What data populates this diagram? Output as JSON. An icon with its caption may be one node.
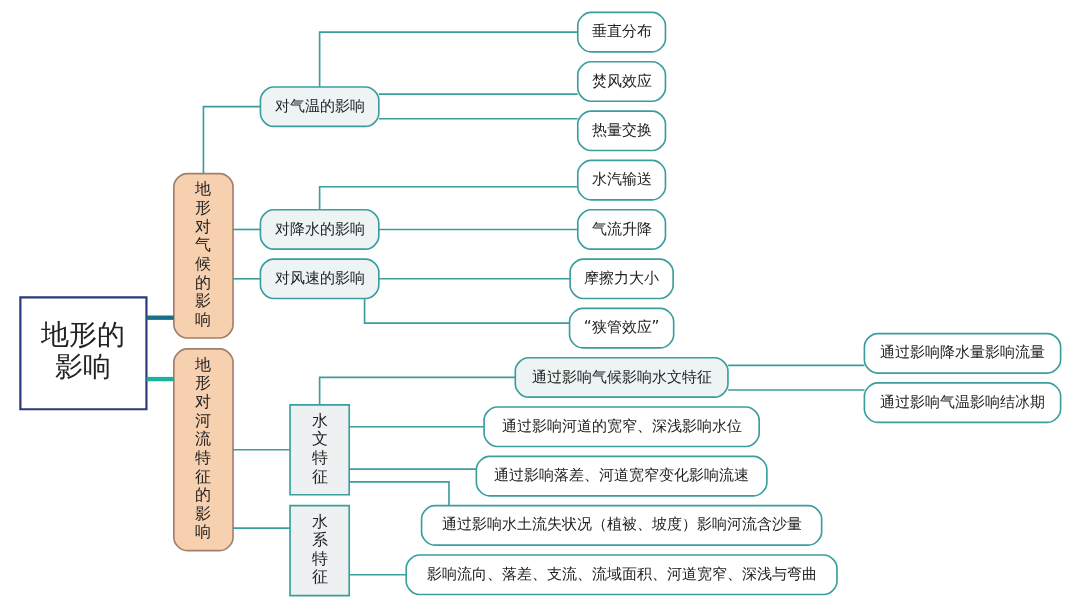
{
  "diagram": {
    "nodes": [
      {
        "text": [
          "地形的影响"
        ]
      },
      {
        "text": [
          "地形对气候的影响"
        ]
      },
      {
        "text": [
          "对气温的影响"
        ]
      },
      {
        "text": [
          "垂直分布"
        ]
      },
      {
        "text": [
          "焚风效应"
        ]
      },
      {
        "text": [
          "热量交换"
        ]
      },
      {
        "text": [
          "对降水的影响"
        ]
      },
      {
        "text": [
          "水汽输送"
        ]
      },
      {
        "text": [
          "气流升降"
        ]
      },
      {
        "text": [
          "对风速的影响"
        ]
      },
      {
        "text": [
          "摩擦力大小"
        ]
      },
      {
        "text": [
          "“狭管效应”"
        ]
      },
      {
        "text": [
          "地形对河流特征的影响"
        ]
      },
      {
        "text": [
          "水文特征"
        ]
      },
      {
        "text": [
          "通过影响气候影响水文特征"
        ]
      },
      {
        "text": [
          "通过影响降水量影响流量"
        ]
      },
      {
        "text": [
          "通过影响气温影响结冰期"
        ]
      },
      {
        "text": [
          "通过影响河道的宽窄、深浅影响水位"
        ]
      },
      {
        "text": [
          "通过影响落差、河道宽窄变化影响流速"
        ]
      },
      {
        "text": [
          "通过影响水土流失状况（植被、坡度）影响河流含沙量"
        ]
      },
      {
        "text": [
          "水系特征"
        ]
      },
      {
        "text": [
          "影响流向、落差、支流、流域面积、河道宽窄、深浅与弯曲"
        ]
      }
    ],
    "edges": [
      {
        "from": 0,
        "to": 1,
        "arrow": "none",
        "style": "thick",
        "color": "#17708a"
      },
      {
        "from": 0,
        "to": 12,
        "arrow": "none",
        "style": "thick",
        "color": "#1bb0a0"
      },
      {
        "from": 1,
        "to": 2,
        "arrow": "none"
      },
      {
        "from": 2,
        "to": 3,
        "arrow": "none"
      },
      {
        "from": 2,
        "to": 4,
        "arrow": "none"
      },
      {
        "from": 2,
        "to": 5,
        "arrow": "none"
      },
      {
        "from": 1,
        "to": 6,
        "arrow": "none"
      },
      {
        "from": 6,
        "to": 7,
        "arrow": "none"
      },
      {
        "from": 6,
        "to": 8,
        "arrow": "none"
      },
      {
        "from": 1,
        "to": 9,
        "arrow": "none"
      },
      {
        "from": 9,
        "to": 10,
        "arrow": "none"
      },
      {
        "from": 9,
        "to": 11,
        "arrow": "none"
      },
      {
        "from": 12,
        "to": 13,
        "arrow": "none"
      },
      {
        "from": 13,
        "to": 14,
        "arrow": "none"
      },
      {
        "from": 14,
        "to": 15,
        "arrow": "none"
      },
      {
        "from": 14,
        "to": 16,
        "arrow": "none"
      },
      {
        "from": 13,
        "to": 17,
        "arrow": "none"
      },
      {
        "from": 13,
        "to": 18,
        "arrow": "none"
      },
      {
        "from": 13,
        "to": 19,
        "arrow": "none"
      },
      {
        "from": 12,
        "to": 20,
        "arrow": "none"
      },
      {
        "from": 20,
        "to": 21,
        "arrow": "none"
      }
    ]
  }
}
